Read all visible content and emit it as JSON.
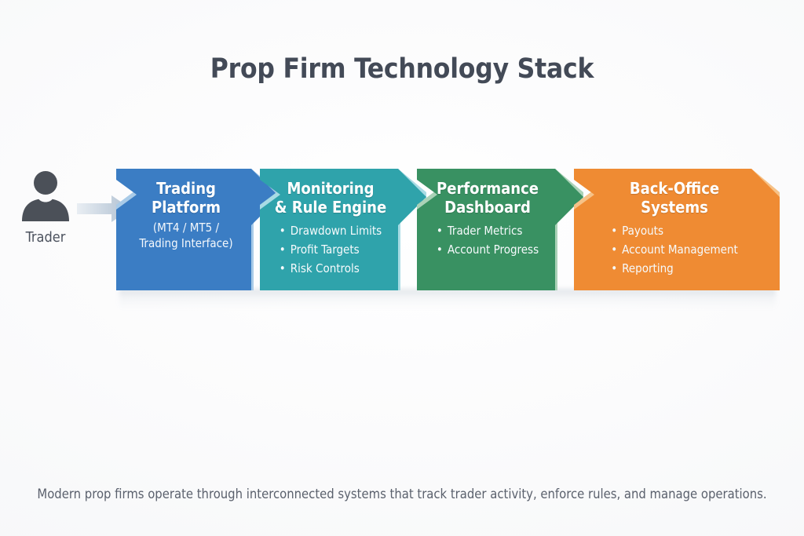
{
  "page": {
    "background": "#fafafb",
    "title": "Prop Firm Technology Stack",
    "footer": "Modern prop firms operate through interconnected systems that track trader activity, enforce rules, and manage operations."
  },
  "actor": {
    "icon": "person-icon",
    "label": "Trader",
    "color": "#4b5058",
    "arrow_icon": "right-arrow-icon"
  },
  "pipeline": {
    "stages": [
      {
        "title": "Trading\nPlatform",
        "title_line1": "Trading",
        "title_line2": "Platform",
        "subtitle_line1": "(MT4 / MT5 /",
        "subtitle_line2": "Trading Interface)",
        "bullets": [],
        "color": "#3b7dc4",
        "tip_color": "#a9cbe8"
      },
      {
        "title_line1": "Monitoring",
        "title_line2": "& Rule Engine",
        "subtitle_line1": "",
        "subtitle_line2": "",
        "bullets": [
          "Drawdown Limits",
          "Profit Targets",
          "Risk Controls"
        ],
        "color": "#2fa3ab",
        "tip_color": "#a8dbe4"
      },
      {
        "title_line1": "Performance",
        "title_line2": "Dashboard",
        "subtitle_line1": "",
        "subtitle_line2": "",
        "bullets": [
          "Trader Metrics",
          "Account Progress"
        ],
        "color": "#399162",
        "tip_color": "#aad2b7"
      },
      {
        "title_line1": "Back-Office",
        "title_line2": "Systems",
        "subtitle_line1": "",
        "subtitle_line2": "",
        "bullets": [
          "Payouts",
          "Account Management",
          "Reporting"
        ],
        "color": "#ef8b33",
        "tip_color": "#f6c288"
      }
    ]
  }
}
